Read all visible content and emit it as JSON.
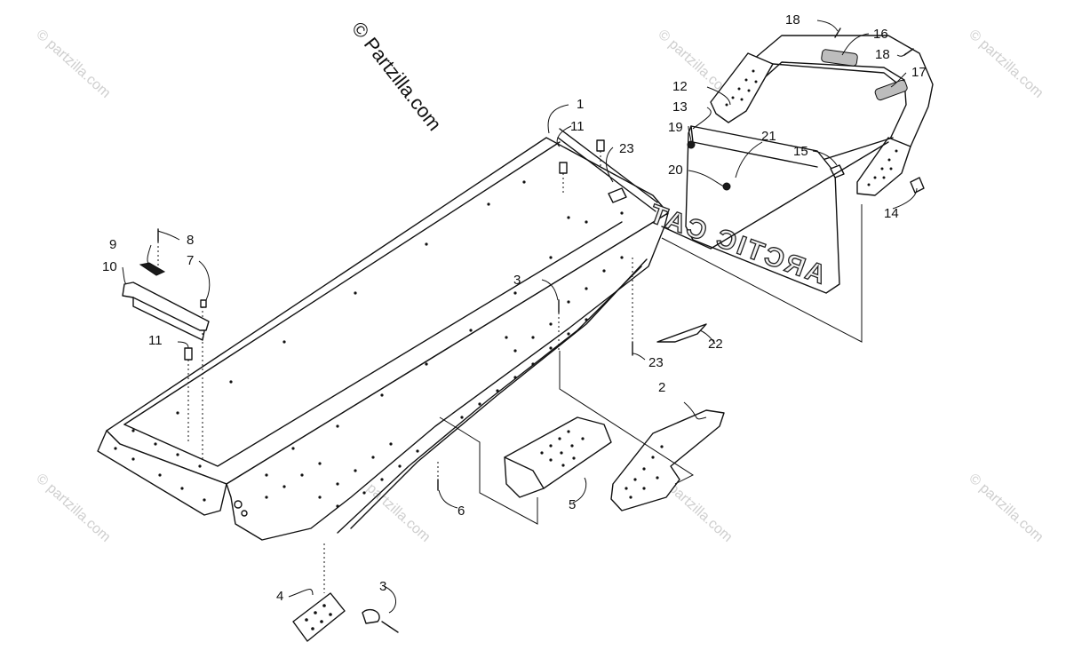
{
  "copyright": "© Partzilla.com",
  "watermark": "© partzilla.com",
  "flap_brand": "ARCTIC CAT",
  "callouts": [
    "1",
    "2",
    "3",
    "3",
    "4",
    "5",
    "6",
    "7",
    "8",
    "9",
    "10",
    "11",
    "11",
    "12",
    "13",
    "14",
    "15",
    "16",
    "17",
    "18",
    "18",
    "19",
    "20",
    "21",
    "22",
    "23",
    "23"
  ]
}
